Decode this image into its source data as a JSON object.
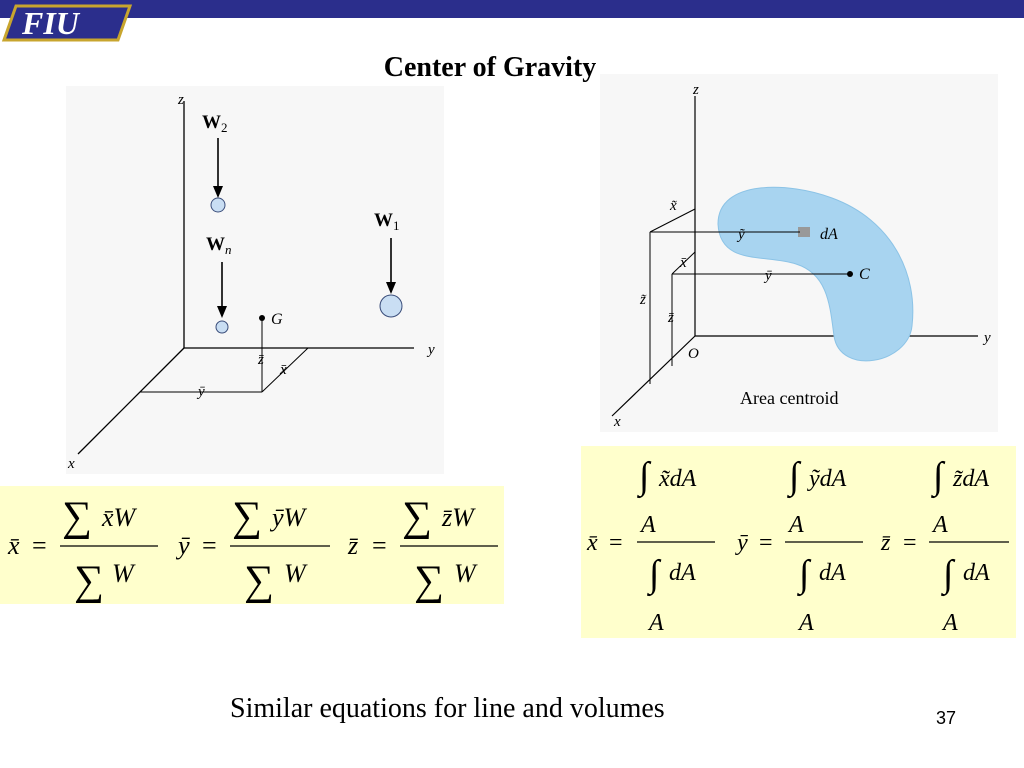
{
  "header": {
    "logo_text": "FIU",
    "bar_color": "#2b2e8c",
    "logo_colors": {
      "fill": "#ffffff",
      "outline": "#c8a52e"
    }
  },
  "slide": {
    "title": "Center of Gravity",
    "caption": "Similar equations for line and volumes",
    "page_number": "37"
  },
  "left_figure": {
    "axis_z": "z",
    "axis_y": "y",
    "axis_x": "x",
    "w2_bold": "W",
    "w2_sub": "2",
    "wn_bold": "W",
    "wn_sub": "n",
    "w1_bold": "W",
    "w1_sub": "1",
    "g_label": "G",
    "zbar": "z̄",
    "xbar": "x̄",
    "ybar": "ȳ"
  },
  "right_figure": {
    "axis_z": "z",
    "axis_y": "y",
    "axis_x": "x",
    "origin": "O",
    "xtilde": "x̃",
    "ytilde": "ỹ",
    "ztilde": "z̃",
    "xbar": "x̄",
    "ybar": "ȳ",
    "zbar": "z̄",
    "da": "dA",
    "c_label": "C",
    "caption": "Area centroid",
    "shape_color": "#a8d4f0"
  },
  "left_equations": [
    {
      "lhs": "x̄",
      "num": "x̄W",
      "den": "W"
    },
    {
      "lhs": "ȳ",
      "num": "ȳW",
      "den": "W"
    },
    {
      "lhs": "z̄",
      "num": "z̄W",
      "den": "W"
    }
  ],
  "right_equations": [
    {
      "lhs": "x̄",
      "num": "x̃dA",
      "den": "dA",
      "limit": "A"
    },
    {
      "lhs": "ȳ",
      "num": "ỹdA",
      "den": "dA",
      "limit": "A"
    },
    {
      "lhs": "z̄",
      "num": "z̃dA",
      "den": "dA",
      "limit": "A"
    }
  ],
  "symbols": {
    "equals": "=",
    "sum": "∑",
    "integral": "∫"
  },
  "box_color": "#ffffcc"
}
